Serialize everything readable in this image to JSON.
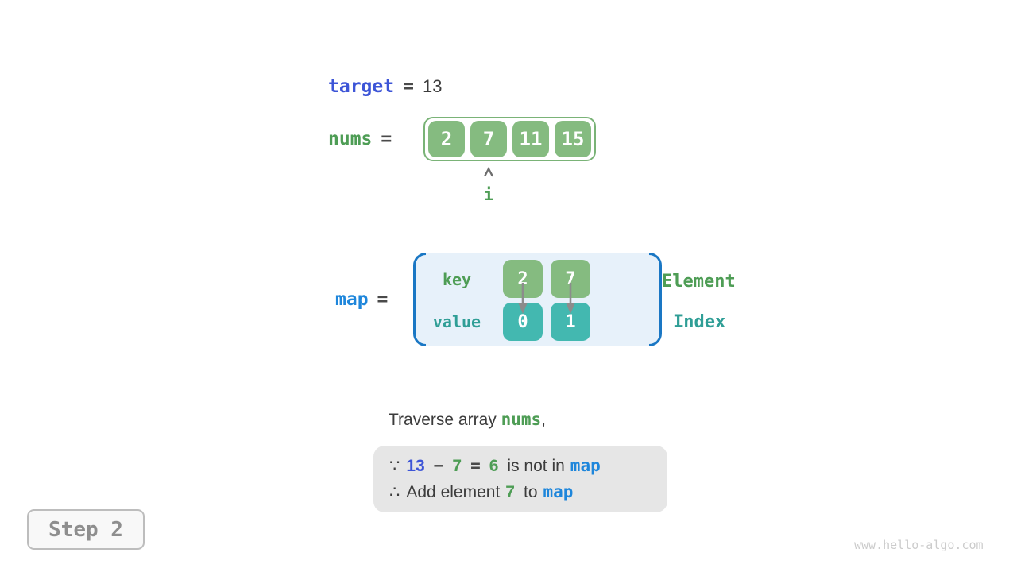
{
  "colors": {
    "royal_blue": "#3d55d7",
    "bright_blue": "#1e86db",
    "green_text": "#4e9d55",
    "green_box": "#85bb80",
    "green_border": "#7ab377",
    "teal_text": "#2f9e96",
    "teal_box": "#43b8b0",
    "bracket_blue": "#1a77c4",
    "map_background": "#e7f1fa",
    "explain_background": "#e6e6e6",
    "dark_text": "#3c3c3c",
    "arrow_gray": "#8c8c8c"
  },
  "target_line": {
    "label": "target",
    "op": "=",
    "value": "13"
  },
  "nums_line": {
    "label": "nums",
    "op": "=",
    "values": [
      "2",
      "7",
      "11",
      "15"
    ],
    "pointer": "i",
    "pointer_index": 1
  },
  "map_section": {
    "label": "map",
    "op": "=",
    "row_labels": {
      "key": "key",
      "value": "value"
    },
    "entries": [
      {
        "key": "2",
        "value": "0"
      },
      {
        "key": "7",
        "value": "1"
      }
    ],
    "legend": {
      "element": "Element",
      "index": "Index"
    }
  },
  "caption": {
    "text": "Traverse array ",
    "code": "nums",
    "tail": ","
  },
  "explanation": {
    "line1": {
      "symbol": "∵",
      "minuend": "13",
      "minus": "−",
      "subtrahend": "7",
      "equals": "=",
      "difference": "6",
      "text": "is not in",
      "code": "map"
    },
    "line2": {
      "symbol": "∴",
      "text1": "Add element",
      "value": "7",
      "text2": "to",
      "code": "map"
    }
  },
  "step_label": "Step 2",
  "watermark": "www.hello-algo.com"
}
